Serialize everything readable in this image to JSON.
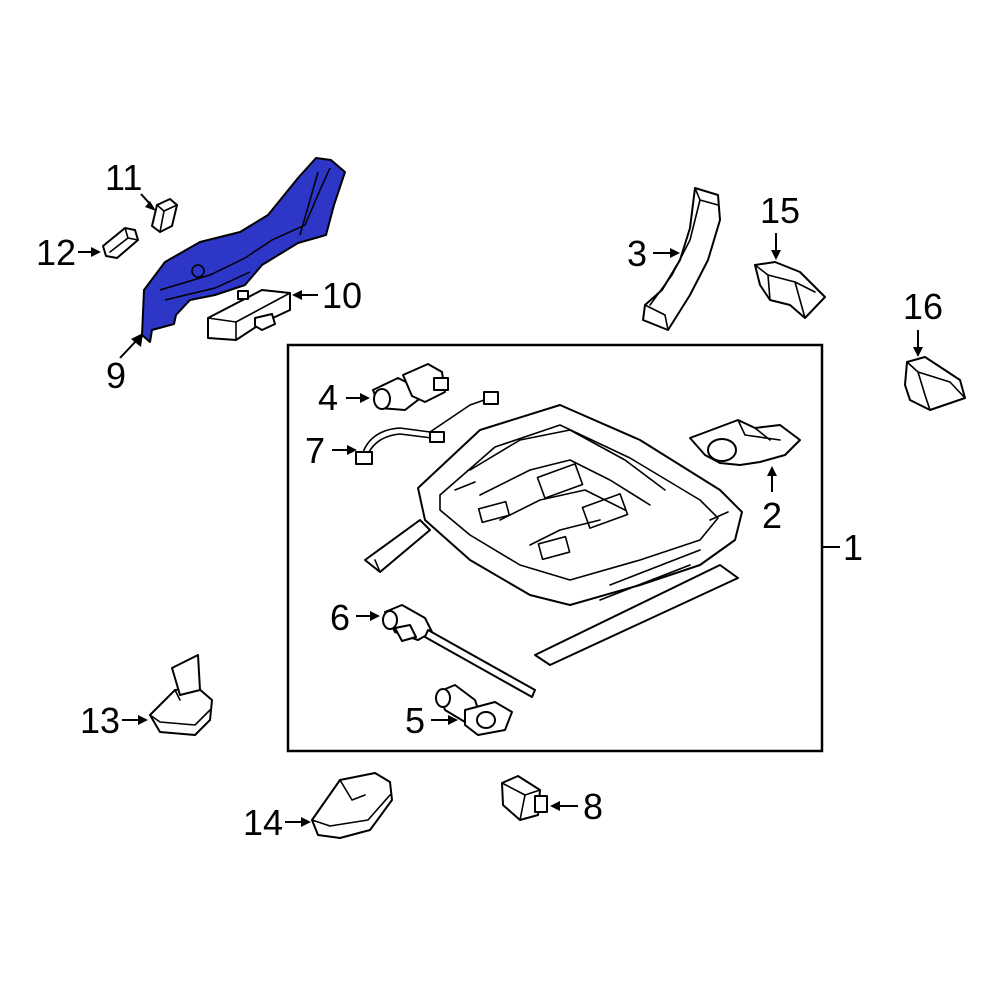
{
  "diagram": {
    "highlight_color": "#2d36c6",
    "line_color": "#000000",
    "background": "#ffffff",
    "callouts": {
      "c1": "1",
      "c2": "2",
      "c3": "3",
      "c4": "4",
      "c5": "5",
      "c6": "6",
      "c7": "7",
      "c8": "8",
      "c9": "9",
      "c10": "10",
      "c11": "11",
      "c12": "12",
      "c13": "13",
      "c14": "14",
      "c15": "15",
      "c16": "16"
    },
    "highlighted_part": "9"
  }
}
